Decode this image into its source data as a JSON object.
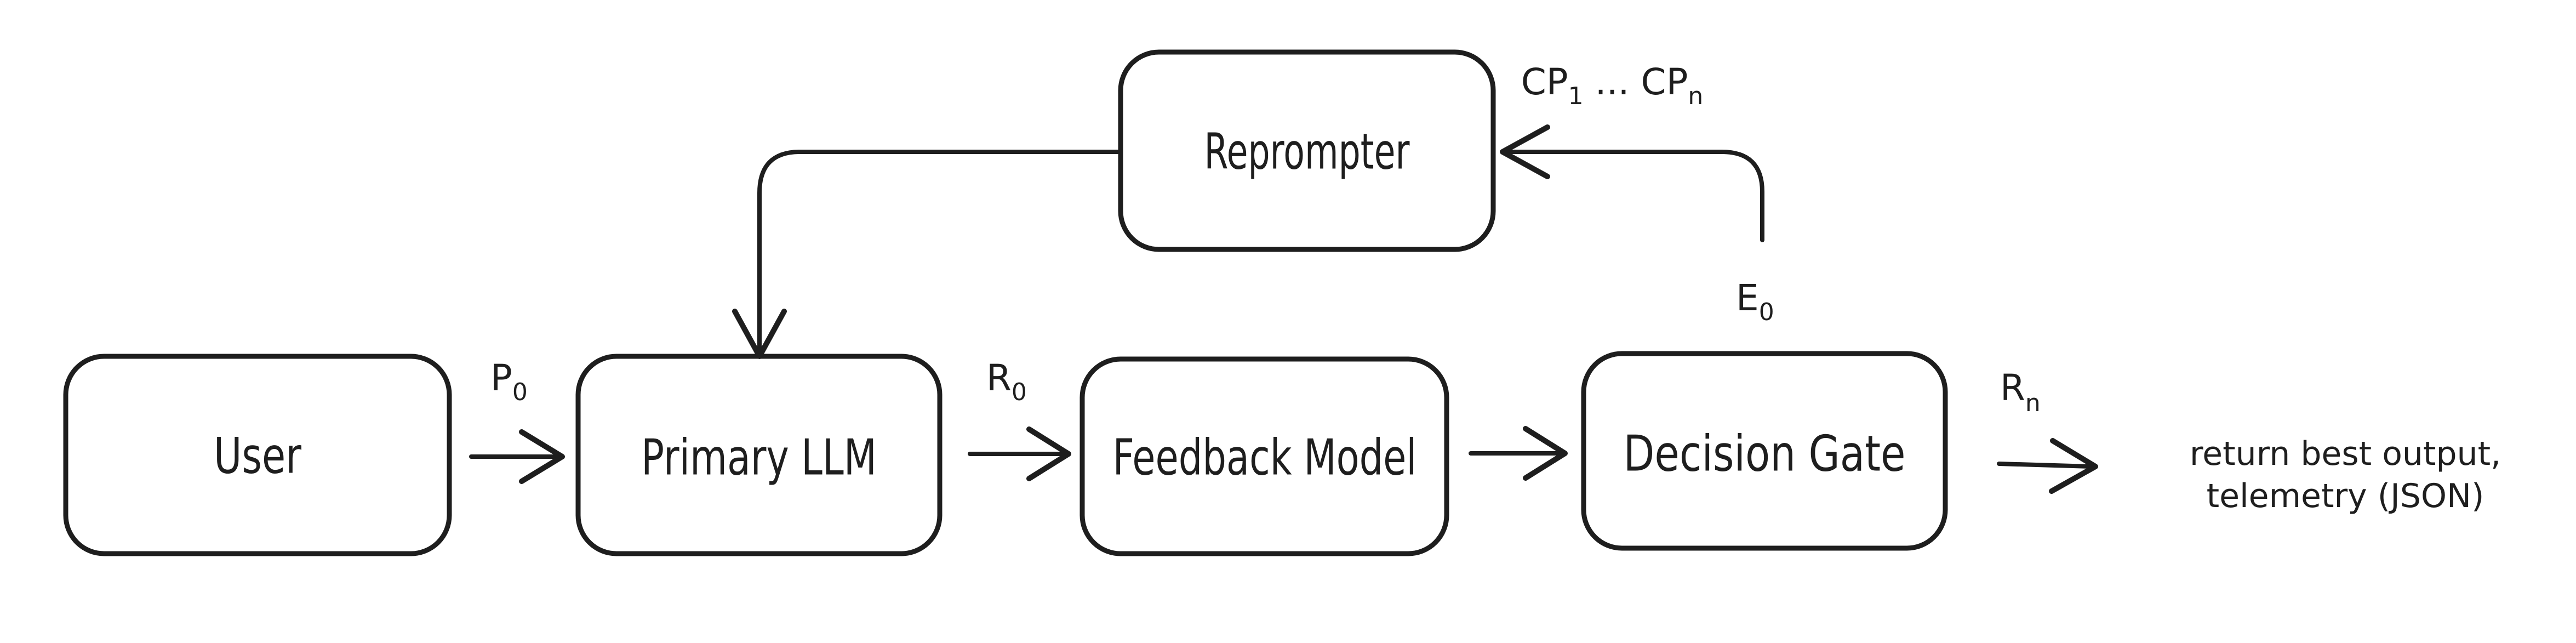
{
  "canvas": {
    "background": "#ffffff",
    "stroke_color": "#1e1e1e",
    "style": "hand-drawn flowchart"
  },
  "diagram": {
    "nodes": [
      {
        "id": "user",
        "label": "User"
      },
      {
        "id": "primary-llm",
        "label": "Primary LLM"
      },
      {
        "id": "feedback-model",
        "label": "Feedback Model"
      },
      {
        "id": "decision-gate",
        "label": "Decision Gate"
      },
      {
        "id": "reprompter",
        "label": "Reprompter"
      }
    ],
    "edge_labels": {
      "p0": {
        "base": "P",
        "sub": "0"
      },
      "r0": {
        "base": "R",
        "sub": "0"
      },
      "rn": {
        "base": "R",
        "sub": "n"
      },
      "e0": {
        "base": "E",
        "sub": "0"
      },
      "cp": {
        "base1": "CP",
        "sub1": "1",
        "mid": " ... CP",
        "sub2": "n"
      }
    },
    "edges": [
      {
        "from": "user",
        "to": "primary-llm",
        "label": "P0"
      },
      {
        "from": "primary-llm",
        "to": "feedback-model",
        "label": "R0"
      },
      {
        "from": "feedback-model",
        "to": "decision-gate",
        "label": ""
      },
      {
        "from": "decision-gate",
        "to": "output-note",
        "label": "Rn"
      },
      {
        "from": "decision-gate",
        "to": "reprompter",
        "label": "E0, CP1 ... CPn"
      },
      {
        "from": "reprompter",
        "to": "primary-llm",
        "label": ""
      }
    ],
    "output_note": {
      "line1": "return best output,",
      "line2": "telemetry (JSON)"
    }
  }
}
